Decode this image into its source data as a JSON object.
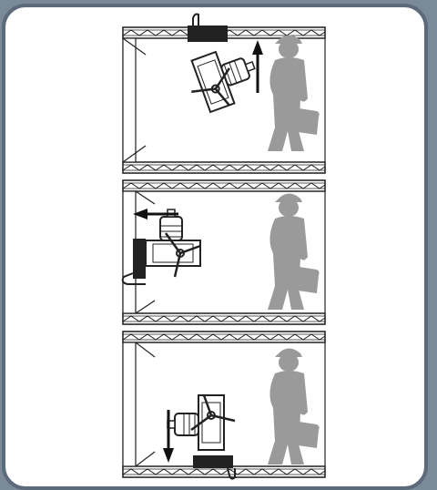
{
  "figure": {
    "panels": [
      {
        "id": "panel-1",
        "direction": "up",
        "machine_attachment": "top-flange"
      },
      {
        "id": "panel-2",
        "direction": "left",
        "machine_attachment": "side-flange"
      },
      {
        "id": "panel-3",
        "direction": "down",
        "machine_attachment": "bottom-flange"
      }
    ],
    "icons": [
      "arrow-up-icon",
      "arrow-left-icon",
      "arrow-down-icon",
      "worker-silhouette-icon",
      "drill-machine-icon",
      "truss-beam-icon"
    ],
    "colors": {
      "frame_border": "#5b6b7b",
      "background": "#7a8a99",
      "card": "#ffffff",
      "line": "#222222",
      "silhouette": "#9a9a9a",
      "panel_bg": "#f4f4f4"
    }
  }
}
